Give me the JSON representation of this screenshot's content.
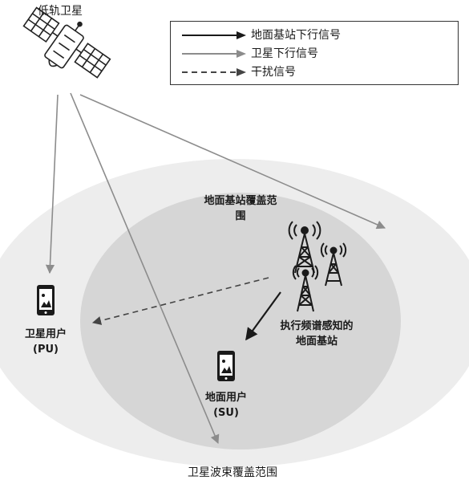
{
  "satellite_label": "低轨卫星",
  "legend": {
    "items": [
      {
        "label": "地面基站下行信号",
        "style": "solid",
        "color": "#1a1a1a"
      },
      {
        "label": "卫星下行信号",
        "style": "solid",
        "color": "#8c8c8c"
      },
      {
        "label": "干扰信号",
        "style": "dashed",
        "color": "#444444"
      }
    ]
  },
  "inner_area_label_line1": "地面基站覆盖范",
  "inner_area_label_line2": "围",
  "base_station_label_line1": "执行频谱感知的",
  "base_station_label_line2": "地面基站",
  "pu_label_line1": "卫星用户",
  "pu_label_line2": "(PU)",
  "su_label_line1": "地面用户",
  "su_label_line2": "(SU)",
  "outer_area_label": "卫星波束覆盖范围",
  "colors": {
    "outer_area": "#ededed",
    "inner_area": "#d6d6d6",
    "satellite_signal": "#8c8c8c",
    "base_signal": "#1a1a1a"
  }
}
